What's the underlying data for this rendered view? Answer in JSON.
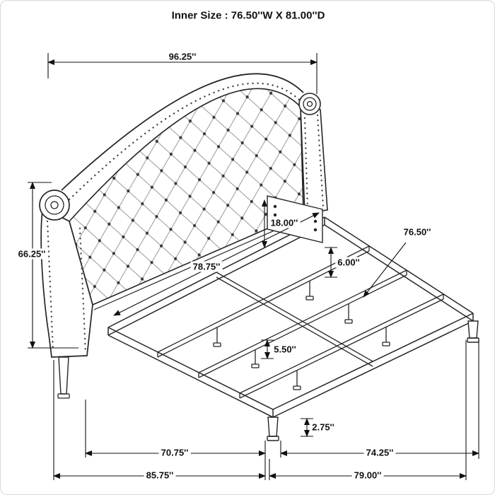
{
  "title": "Inner Size : 76.50''W X 81.00''D",
  "dimensions": {
    "headboard_width": "96.25''",
    "headboard_height": "66.25''",
    "headboard_bracket_height": "18.00''",
    "headboard_inner_width": "78.75''",
    "inner_width": "76.50''",
    "rail_height": "6.00''",
    "support_leg_height": "5.50''",
    "foot_leg_height": "2.75''",
    "side_rail_inner_length": "70.75''",
    "footboard_inner_width": "74.25''",
    "overall_length_left": "85.75''",
    "overall_width_right": "79.00''"
  }
}
